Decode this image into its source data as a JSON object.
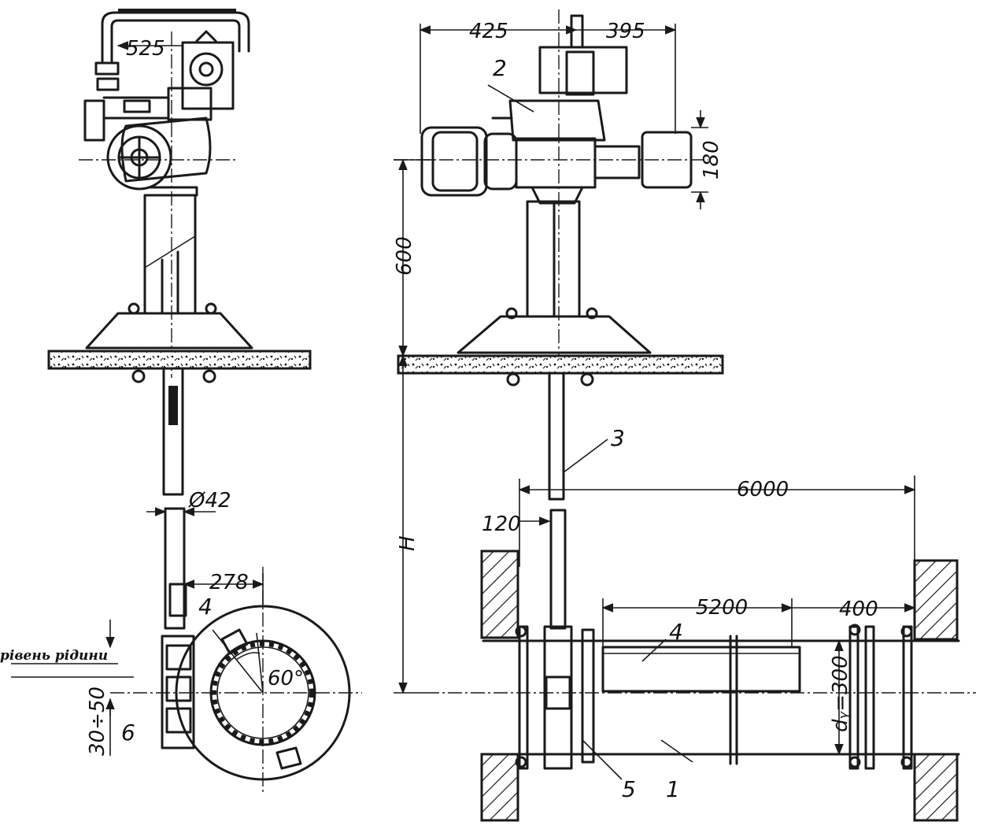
{
  "dimensions": {
    "d525": "525",
    "d425": "425",
    "d395": "395",
    "d180": "180",
    "d600": "600",
    "dH": "H",
    "d6000": "6000",
    "d120": "120",
    "d42": "Ø42",
    "d278": "278",
    "d5200": "5200",
    "d400": "400",
    "d30_50": "30÷50",
    "dDy": "dᵧ=300",
    "angle": "60°"
  },
  "callouts": {
    "c1": "1",
    "c2": "2",
    "c3": "3",
    "c4a": "4",
    "c4b": "4",
    "c5": "5",
    "c6": "6"
  },
  "labels": {
    "liquid_level": "рівень рідини"
  }
}
